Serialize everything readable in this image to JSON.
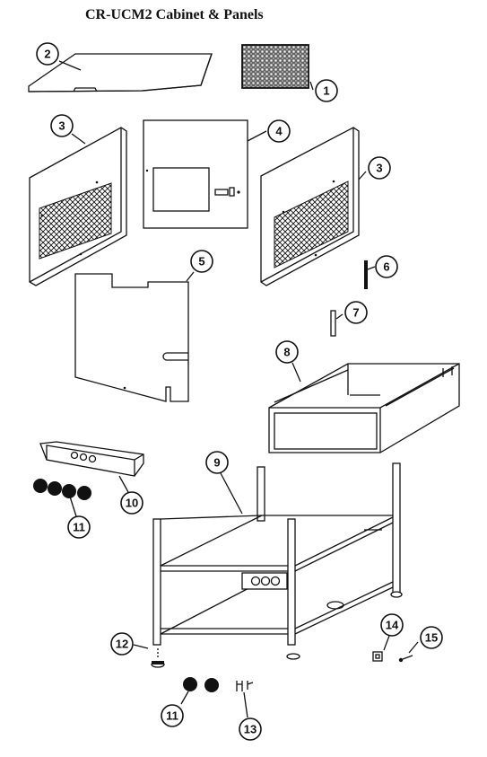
{
  "title": "CR-UCM2 Cabinet & Panels",
  "callouts": [
    {
      "label": "1"
    },
    {
      "label": "2"
    },
    {
      "label": "3"
    },
    {
      "label": "4"
    },
    {
      "label": "3"
    },
    {
      "label": "5"
    },
    {
      "label": "6"
    },
    {
      "label": "7"
    },
    {
      "label": "8"
    },
    {
      "label": "9"
    },
    {
      "label": "10"
    },
    {
      "label": "11"
    },
    {
      "label": "12"
    },
    {
      "label": "14"
    },
    {
      "label": "15"
    },
    {
      "label": "11"
    },
    {
      "label": "13"
    }
  ]
}
